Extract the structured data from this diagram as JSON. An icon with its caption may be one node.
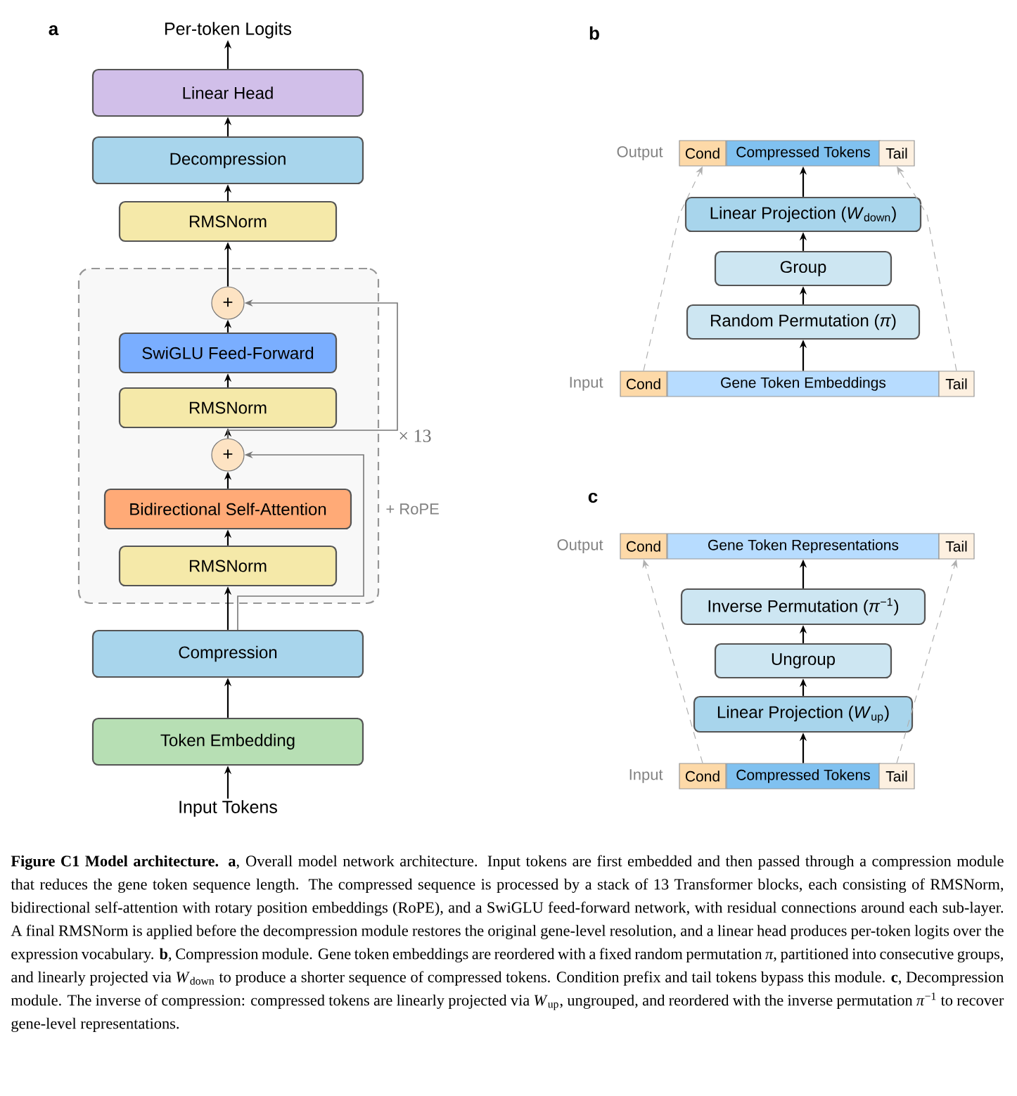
{
  "diagram": {
    "caption": "**Figure C1  Model architecture.** **a**, Overall model network architecture. Input tokens are first embedded and then passed through a compression module that reduces the gene token sequence length. The compressed sequence is processed by a stack of 13 Transformer blocks, each consisting of RMSNorm, bidirectional self-attention with rotary position embeddings (RoPE), and a SwiGLU feed-forward network, with residual connections around each sub-layer. A final RMSNorm is applied before the decompression module restores the original gene-level resolution, and a linear head produces per-token logits over the expression vocabulary. **b**, Compression module. Gene token embeddings are reordered with a fixed random permutation *π*, partitioned into consecutive groups, and linearly projected via *W*$_{down}$ to produce a shorter sequence of compressed tokens. Condition prefix and tail tokens bypass this module. **c**, Decompression module. The inverse of compression: compressed tokens are linearly projected via *W*$_{up}$, ungrouped, and reordered with the inverse permutation *π*$^{−1}$ to recover gene-level representations.",
    "nodes": [
      {
        "text": [
          "Per-token Logits"
        ]
      },
      {
        "text": [
          "Linear Head"
        ]
      },
      {
        "text": [
          "Decompression"
        ]
      },
      {
        "text": [
          "RMSNorm"
        ]
      },
      {
        "text": [],
        "shape": "box",
        "beside": [
          "× 13"
        ]
      },
      {
        "text": [
          "+"
        ],
        "in": 4
      },
      {
        "text": [
          "SwiGLU Feed-Forward"
        ],
        "in": 4
      },
      {
        "text": [
          "RMSNorm"
        ],
        "in": 4
      },
      {
        "text": [
          "+"
        ],
        "in": 4
      },
      {
        "text": [
          "Bidirectional Self-Attention"
        ],
        "in": 4
      },
      {
        "text": [
          "RMSNorm"
        ],
        "in": 4
      },
      {
        "text": [
          "Compression"
        ]
      },
      {
        "text": [
          "Token Embedding"
        ]
      },
      {
        "text": [
          "Input Tokens"
        ]
      },
      {
        "text": [
          "Cond"
        ]
      },
      {
        "text": [
          "Compressed Tokens"
        ]
      },
      {
        "text": [
          "Tail"
        ]
      },
      {
        "text": [
          "Linear Projection (*W*$_{down}$)"
        ]
      },
      {
        "text": [
          "Group"
        ]
      },
      {
        "text": [
          "Random Permutation (*π*)"
        ]
      },
      {
        "text": [
          "Cond"
        ]
      },
      {
        "text": [
          "Gene Token Embeddings"
        ]
      },
      {
        "text": [
          "Tail"
        ]
      },
      {
        "text": [
          "Cond"
        ]
      },
      {
        "text": [
          "Gene Token Representations"
        ]
      },
      {
        "text": [
          "Tail"
        ]
      },
      {
        "text": [
          "Inverse Permutation (*π*$^{−1}$)"
        ]
      },
      {
        "text": [
          "Ungroup"
        ]
      },
      {
        "text": [
          "Linear Projection (*W*$_{up}$)"
        ]
      },
      {
        "text": [
          "Cond"
        ]
      },
      {
        "text": [
          "Compressed Tokens"
        ]
      },
      {
        "text": [
          "Tail"
        ]
      }
    ],
    "edges": [
      {
        "from": 13,
        "to": 12,
        "arrow": "to"
      },
      {
        "from": 12,
        "to": 11,
        "arrow": "to"
      },
      {
        "from": 11,
        "to": 10,
        "arrow": "to"
      },
      {
        "from": 10,
        "to": 9,
        "arrow": "to"
      },
      {
        "from": 9,
        "to": 8,
        "arrow": "to"
      },
      {
        "from": 8,
        "to": 7,
        "arrow": "to"
      },
      {
        "from": 7,
        "to": 6,
        "arrow": "to"
      },
      {
        "from": 6,
        "to": 5,
        "arrow": "to"
      },
      {
        "from": 5,
        "to": 3,
        "arrow": "to"
      },
      {
        "from": 3,
        "to": 2,
        "arrow": "to"
      },
      {
        "from": 2,
        "to": 1,
        "arrow": "to"
      },
      {
        "from": 1,
        "to": 0,
        "arrow": "to"
      },
      {
        "from": 11,
        "to": 8,
        "arrow": "to",
        "color": "#777777"
      },
      {
        "from": 8,
        "to": 5,
        "arrow": "to",
        "color": "#777777"
      },
      {
        "from": 21,
        "to": 19,
        "arrow": "to"
      },
      {
        "from": 19,
        "to": 18,
        "arrow": "to"
      },
      {
        "from": 18,
        "to": 17,
        "arrow": "to"
      },
      {
        "from": 17,
        "to": 15,
        "arrow": "to"
      },
      {
        "from": 20,
        "to": 14,
        "arrow": "to",
        "style": "dashed",
        "color": "#b0b0b0"
      },
      {
        "from": 22,
        "to": 16,
        "arrow": "to",
        "style": "dashed",
        "color": "#b0b0b0"
      },
      {
        "from": 30,
        "to": 28,
        "arrow": "to"
      },
      {
        "from": 28,
        "to": 27,
        "arrow": "to"
      },
      {
        "from": 27,
        "to": 26,
        "arrow": "to"
      },
      {
        "from": 26,
        "to": 24,
        "arrow": "to"
      },
      {
        "from": 29,
        "to": 23,
        "arrow": "to",
        "style": "dashed",
        "color": "#b0b0b0"
      },
      {
        "from": 31,
        "to": 25,
        "arrow": "to",
        "style": "dashed",
        "color": "#b0b0b0"
      }
    ],
    "labels": [
      "a",
      "b",
      "Output",
      "Input",
      "+ RoPE",
      "c",
      "Output",
      "Input"
    ]
  }
}
